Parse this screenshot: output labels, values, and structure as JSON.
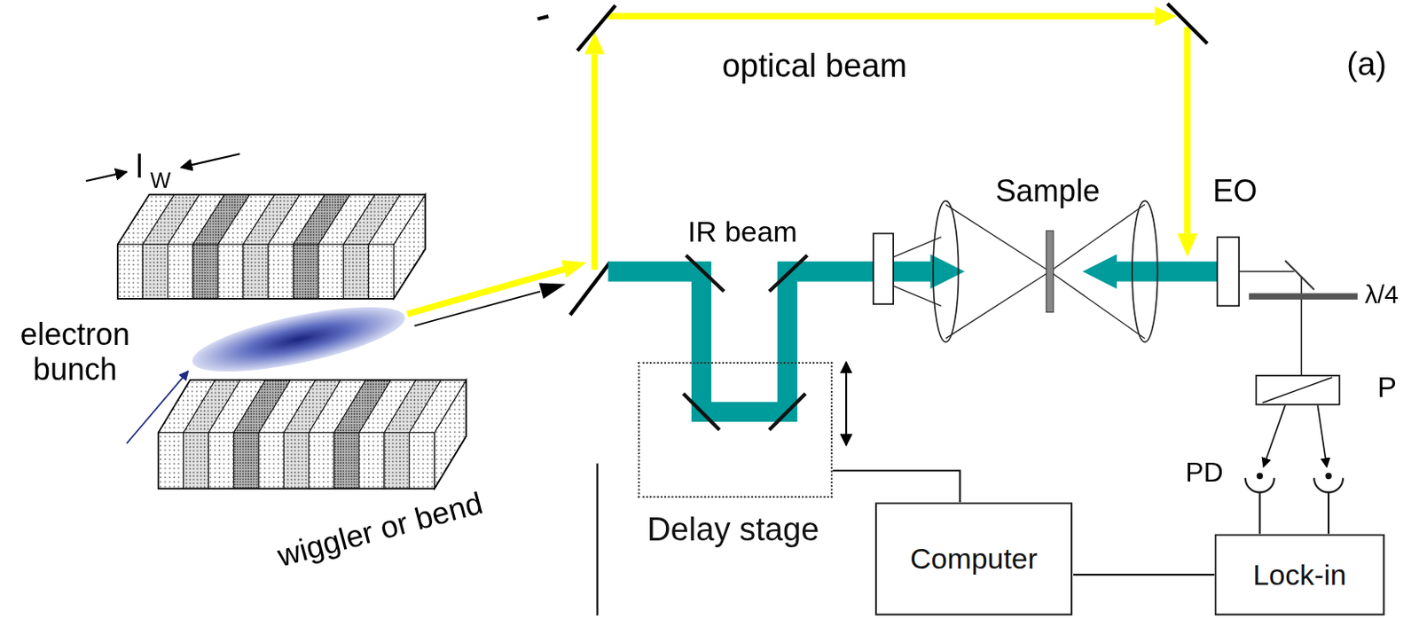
{
  "diagram": {
    "nodes": [
      {
        "text": [
          "Delay stage"
        ]
      },
      {
        "text": [
          "Computer"
        ]
      },
      {
        "text": [
          "Lock-in"
        ]
      }
    ],
    "edges": [
      {
        "from": 0,
        "to": 1,
        "arrow": "none"
      },
      {
        "from": 1,
        "to": 2,
        "arrow": "none"
      }
    ],
    "labels": [
      "l",
      "W",
      "electron bunch",
      "wiggler or bend",
      "optical beam",
      "(a)",
      "IR beam",
      "Sample",
      "EO",
      "λ/4",
      "P",
      "PD"
    ]
  }
}
